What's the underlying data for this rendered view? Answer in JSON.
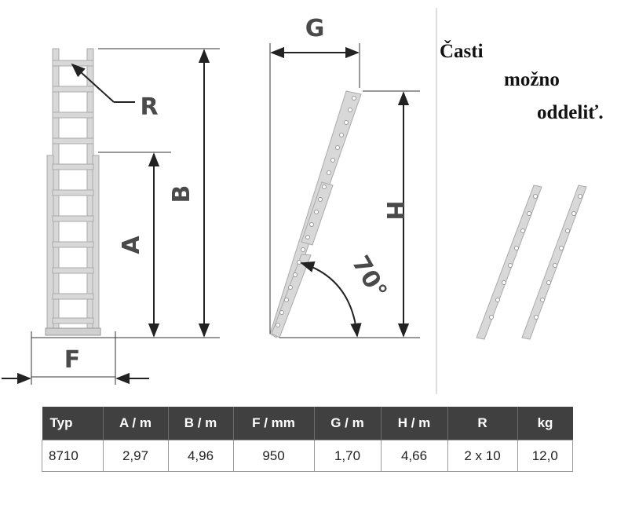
{
  "labels": {
    "R": "R",
    "B": "B",
    "A": "A",
    "F": "F",
    "G": "G",
    "H": "H",
    "angle": "70°"
  },
  "note": [
    "Časti",
    "možno",
    "oddeliť."
  ],
  "table": {
    "headers": [
      "Typ",
      "A / m",
      "B / m",
      "F / mm",
      "G / m",
      "H / m",
      "R",
      "kg"
    ],
    "rows": [
      [
        "8710",
        "2,97",
        "4,96",
        "950",
        "1,70",
        "4,66",
        "2 x 10",
        "12,0"
      ]
    ]
  },
  "colors": {
    "ladder_fill": "#d8d8d8",
    "ladder_stroke": "#aaaaaa",
    "dimension_line": "#222222",
    "table_header_bg": "#404040"
  }
}
